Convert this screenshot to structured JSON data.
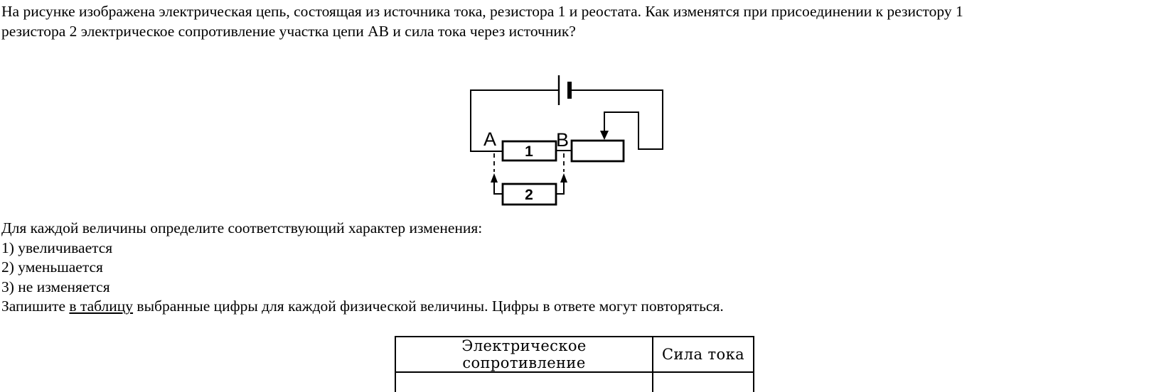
{
  "question": {
    "line1": "На рисунке изображена электрическая цепь, состоящая из источника тока, резистора 1 и реостата. Как изменятся при присоединении к резистору 1",
    "line2": "резистора 2 электрическое сопротивление участка цепи АВ и сила тока через источник?"
  },
  "circuit": {
    "node_a": "A",
    "node_b": "B",
    "resistor1": "1",
    "resistor2": "2"
  },
  "instructions": {
    "intro": "Для каждой величины определите соответствующий характер изменения:",
    "options": [
      "1) увеличивается",
      "2) уменьшается",
      "3) не изменяется"
    ],
    "note_prefix": "Запишите ",
    "note_underlined": "в таблицу",
    "note_suffix": " выбранные цифры для каждой физической величины. Цифры в ответе могут повторяться."
  },
  "answer_table": {
    "headers": [
      "Электрическое сопротивление",
      "Сила тока"
    ],
    "row": [
      "",
      ""
    ]
  },
  "colors": {
    "ink": "#000000",
    "background": "#ffffff"
  }
}
